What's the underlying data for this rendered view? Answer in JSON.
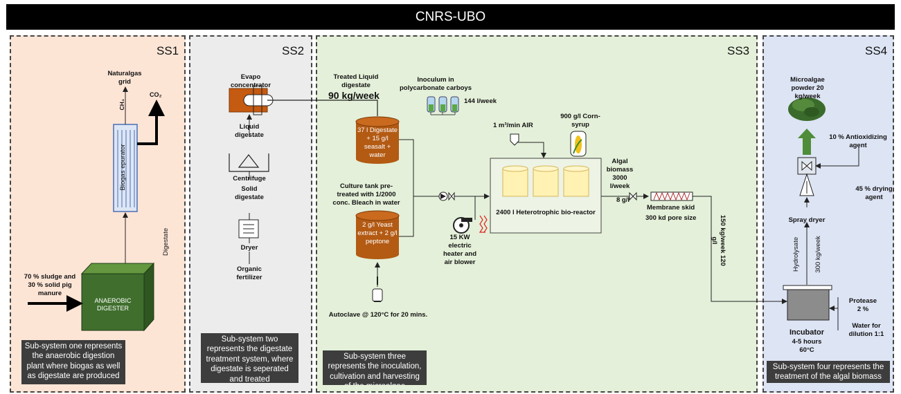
{
  "title": "CNRS-UBO",
  "panels": {
    "ss1": {
      "label": "SS1",
      "caption": "Sub-system one represents the anaerobic digestion plant where biogas as well as digestate are produced"
    },
    "ss2": {
      "label": "SS2",
      "caption": "Sub-system two represents the digestate treatment system, where digestate is seperated and treated"
    },
    "ss3": {
      "label": "SS3",
      "caption": "Sub-system three represents the inoculation, cultivation and harvesting of the microalgae"
    },
    "ss4": {
      "label": "SS4",
      "caption": "Sub-system four represents the treatment of the algal biomass"
    }
  },
  "ss1": {
    "naturalgas_grid": "Naturalgas grid",
    "ch4": "CH₄",
    "co2": "CO₂",
    "epurator": "Biogas epurator",
    "digestate": "Digestate",
    "feed": "70 % sludge and 30 % solid pig manure",
    "digester": "ANAEROBIC DIGESTER"
  },
  "ss2": {
    "evapo": "Evapo concentrator",
    "liquid_digestate": "Liquid digestate",
    "centrifuge": "Centrifuge",
    "solid_digestate": "Solid digestate",
    "dryer": "Dryer",
    "organic_fertilizer": "Organic fertilizer"
  },
  "ss3": {
    "treated_liquid": "Treated Liquid digestate",
    "treated_amount": "90 kg/week",
    "inoculum": "Inoculum in polycarbonate carboys",
    "inoculum_rate": "144 l/week",
    "tank1": "37 l Digestate + 15 g/l seasalt + water",
    "culture_tank": "Culture tank pre-treated with 1/2000 conc. Bleach in water",
    "tank2": "2 g/l Yeast extract + 2 g/l peptone",
    "air": "1 m³/min AIR",
    "corn_syrup": "900 g/l Corn-syrup",
    "bioreactor": "2400 l Heterotrophic bio-reactor",
    "heater": "15 KW electric heater and air blower",
    "algal_biomass": "Algal biomass 3000 l/week",
    "flow_concentration": "8 g/l",
    "membrane": "Membrane skid",
    "pore_size": "300 kd pore size",
    "autoclave": "Autoclave @ 120°C for 20 mins.",
    "permeate": "150 kg/week 120 g/l"
  },
  "ss4": {
    "powder": "Microalgae powder 20 kg/week",
    "antioxidizing": "10 % Antioxidizing agent",
    "drying_agent": "45 % drying agent",
    "spray_dryer": "Spray dryer",
    "hydrolysate": "Hydrolysate",
    "hydrolysate_rate": "300 kg/week",
    "protease": "Protease 2 %",
    "water": "Water for dilution 1:1",
    "incubator": "Incubator",
    "incubator_time": "4-5 hours",
    "incubator_temp": "60°C"
  }
}
